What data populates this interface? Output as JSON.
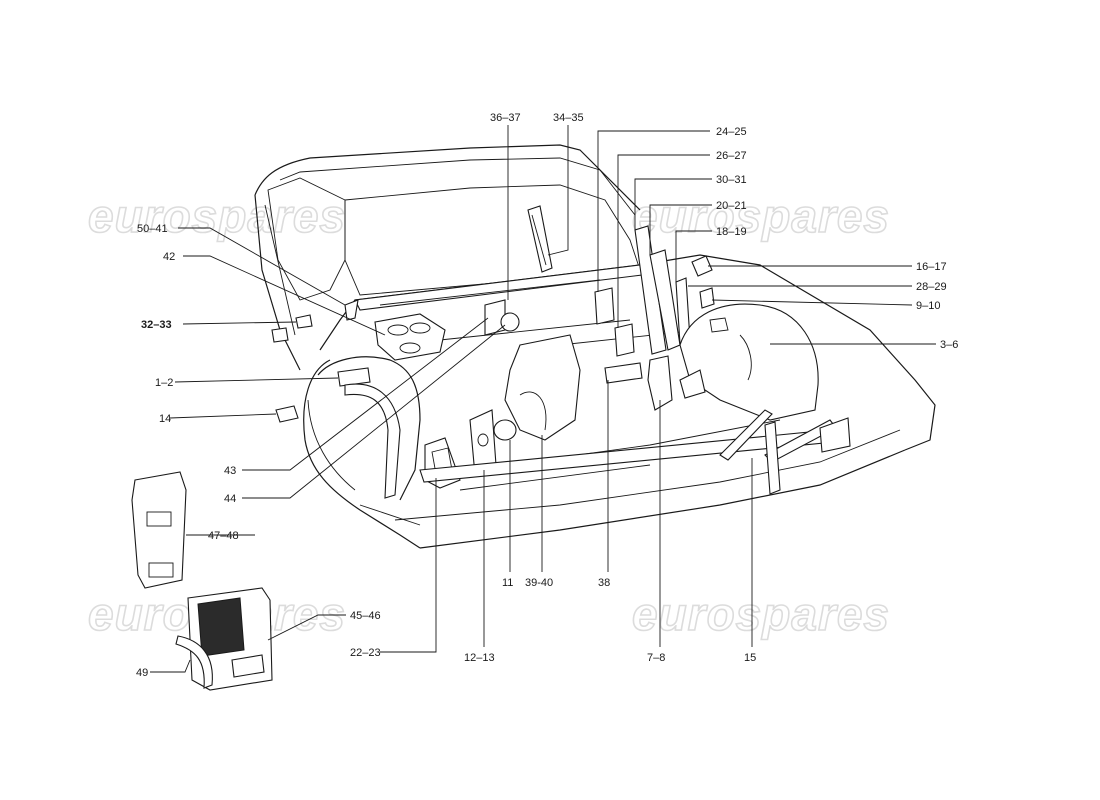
{
  "watermark": "eurospares",
  "labels": {
    "l50_41": "50–41",
    "l42": "42",
    "l32_33": "32–33",
    "l1_2": "1–2",
    "l14": "14",
    "l43": "43",
    "l44": "44",
    "l47_48": "47–48",
    "l45_46": "45–46",
    "l49": "49",
    "l22_23": "22–23",
    "l12_13": "12–13",
    "l11": "11",
    "l39_40": "39-40",
    "l38": "38",
    "l7_8": "7–8",
    "l15": "15",
    "l36_37": "36–37",
    "l34_35": "34–35",
    "l24_25": "24–25",
    "l26_27": "26–27",
    "l30_31": "30–31",
    "l20_21": "20–21",
    "l18_19": "18–19",
    "l16_17": "16–17",
    "l28_29": "28–29",
    "l9_10": "9–10",
    "l3_6": "3–6"
  }
}
